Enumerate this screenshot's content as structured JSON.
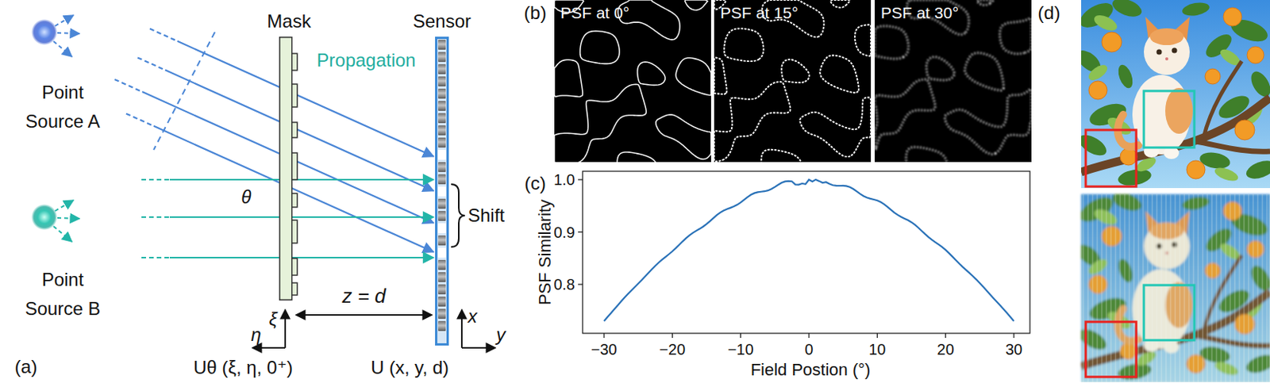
{
  "diagram": {
    "nodes": [
      {
        "text": [
          "Mask"
        ]
      },
      {
        "text": [
          "Sensor"
        ]
      },
      {
        "text": [
          "PSF at 0°"
        ]
      },
      {
        "text": [
          "PSF at 15°"
        ]
      },
      {
        "text": [
          "PSF at 30°"
        ]
      }
    ],
    "labels": [
      "(a)",
      "Point Source A",
      "Point Source B",
      "θ",
      "Propagation",
      "Shift",
      "ξ",
      "η",
      "z = d",
      "x",
      "y",
      "Uθ (ξ, η, 0⁺)",
      "U (x, y, d)",
      "(b)",
      "(c)",
      "PSF Similarity",
      "Field Postion (°)",
      "1.0",
      "0.9",
      "0.8",
      "−30",
      "−20",
      "−10",
      "0",
      "10",
      "20",
      "30",
      "(d)"
    ]
  }
}
